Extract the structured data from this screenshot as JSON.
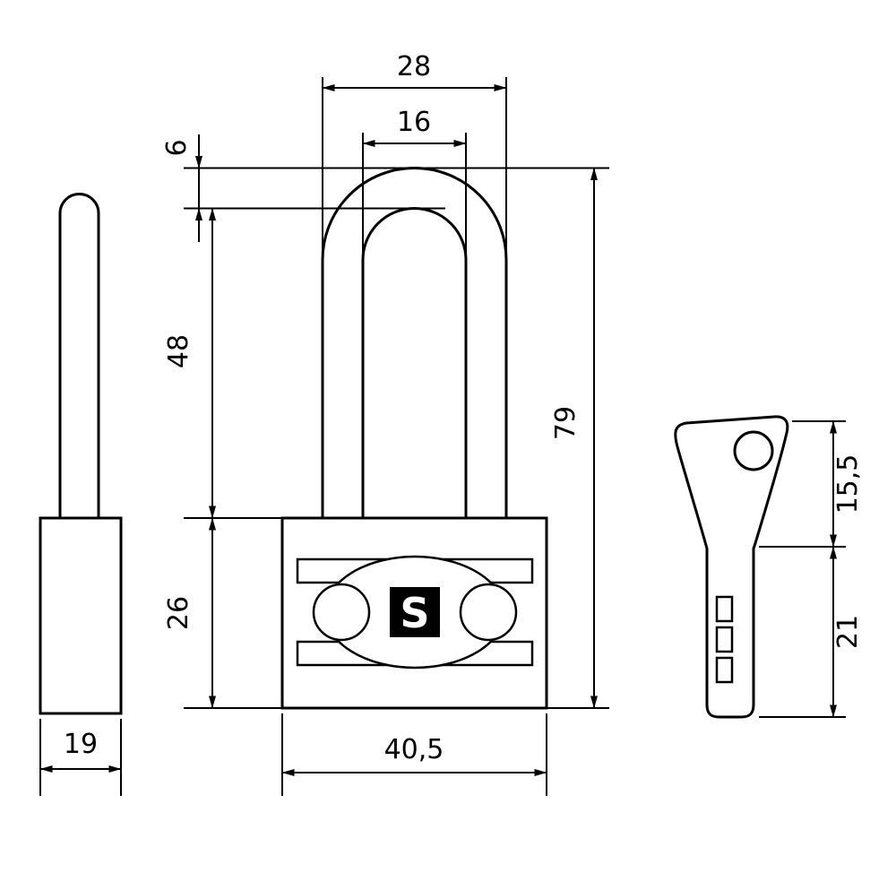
{
  "drawing": {
    "type": "padlock-technical-drawing",
    "logo_text": "S",
    "colors": {
      "line": "#000000",
      "background": "#ffffff"
    },
    "views": {
      "side": {
        "width_label": "19"
      },
      "front": {
        "shackle_outer_width": "28",
        "shackle_inner_width": "16",
        "shackle_thickness": "6",
        "shackle_height": "48",
        "overall_height": "79",
        "body_height": "26",
        "body_width": "40,5"
      },
      "key": {
        "head_height": "15,5",
        "blade_height": "21"
      }
    }
  }
}
